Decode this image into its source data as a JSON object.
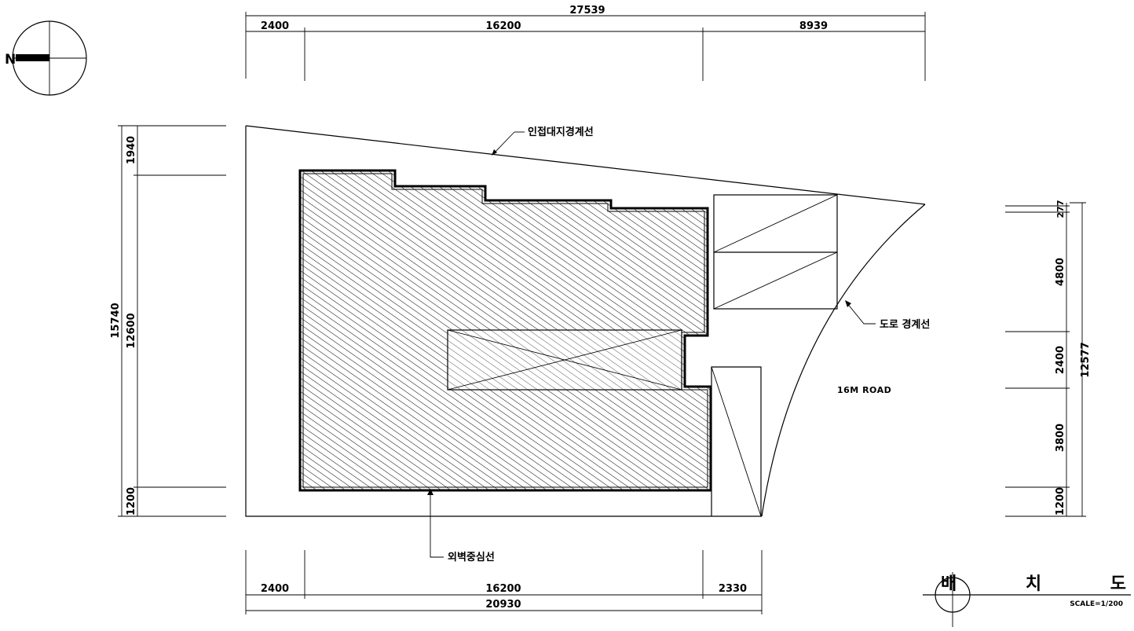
{
  "drawing": {
    "title": "배 치 도",
    "scale": "SCALE=1/200"
  },
  "north": {
    "label": "N"
  },
  "notes": {
    "adjacent_boundary": "인접대지경계선",
    "road_boundary": "도로 경계선",
    "wall_center": "외벽중심선",
    "road": "16M ROAD"
  },
  "dimensions": {
    "top_total": "27539",
    "top_1": "2400",
    "top_2": "16200",
    "top_3": "8939",
    "bottom_1": "2400",
    "bottom_2": "16200",
    "bottom_3": "2330",
    "bottom_total": "20930",
    "left_1": "1940",
    "left_2": "12600",
    "left_3": "1200",
    "left_total": "15740",
    "right_1": "277",
    "right_2": "4800",
    "right_3": "2400",
    "right_4": "3800",
    "right_5": "1200",
    "right_total": "12577"
  }
}
